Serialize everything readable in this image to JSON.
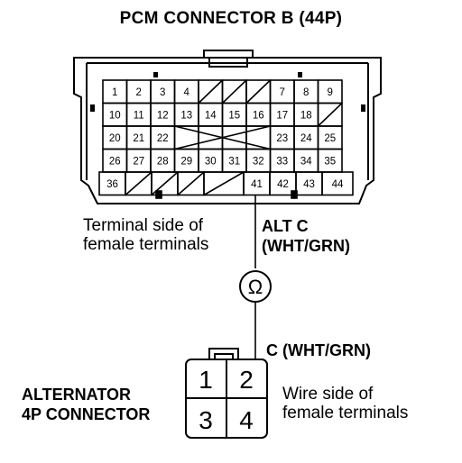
{
  "title": "PCM CONNECTOR B (44P)",
  "pcm_terminals": {
    "row1": [
      "1",
      "2",
      "3",
      "4",
      "",
      "",
      "",
      "7",
      "8",
      "9"
    ],
    "row2": [
      "10",
      "11",
      "12",
      "13",
      "14",
      "15",
      "16",
      "17",
      "18",
      ""
    ],
    "row3": [
      "20",
      "21",
      "22",
      "",
      "",
      "",
      "",
      "23",
      "24",
      "25"
    ],
    "row4": [
      "26",
      "27",
      "28",
      "29",
      "30",
      "31",
      "32",
      "33",
      "34",
      "35"
    ],
    "row5": [
      "36",
      "",
      "",
      "",
      "",
      "41",
      "42",
      "43",
      "44"
    ]
  },
  "pcm_side_label": [
    "Terminal side of",
    "female terminals"
  ],
  "alt_c_label": [
    "ALT C",
    "(WHT/GRN)"
  ],
  "meter_symbol": "Ω",
  "wire_label": "C (WHT/GRN)",
  "alternator_label": [
    "ALTERNATOR",
    "4P CONNECTOR"
  ],
  "alternator_pins": [
    "1",
    "2",
    "3",
    "4"
  ],
  "alt_side_label": [
    "Wire side of",
    "female terminals"
  ]
}
